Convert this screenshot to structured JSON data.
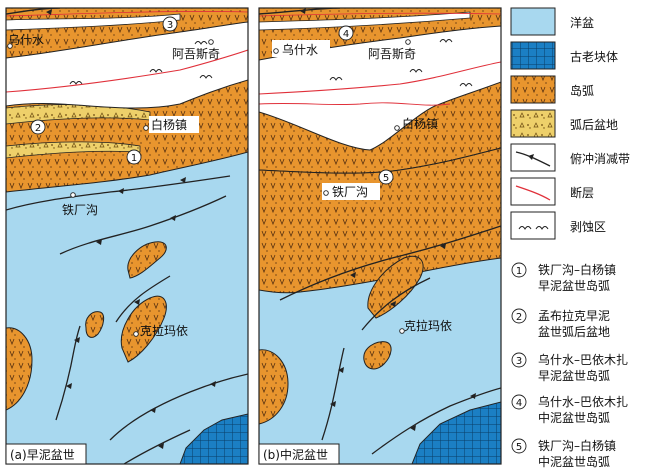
{
  "panels": [
    {
      "caption": "(a)早泥盆世",
      "places": {
        "wushishui": "乌什水",
        "awusiqi": "阿吾斯奇",
        "baiyangzhen": "白杨镇",
        "tiechanggou": "铁厂沟",
        "kelamayi": "克拉玛依"
      },
      "numbers": [
        "3",
        "2",
        "1"
      ]
    },
    {
      "caption": "(b)中泥盆世",
      "places": {
        "wushishui": "乌什水",
        "awusiqi": "阿吾斯奇",
        "baiyangzhen": "白杨镇",
        "tiechanggou": "铁厂沟",
        "kelamayi": "克拉玛依"
      },
      "numbers": [
        "4",
        "5"
      ]
    }
  ],
  "legend": {
    "items": [
      {
        "label": "洋盆",
        "swatch": "ocean-basin"
      },
      {
        "label": "古老块体",
        "swatch": "ancient-block"
      },
      {
        "label": "岛弧",
        "swatch": "island-arc"
      },
      {
        "label": "弧后盆地",
        "swatch": "back-arc-basin"
      },
      {
        "label": "俯冲消减带",
        "swatch": "subduction-zone"
      },
      {
        "label": "断层",
        "swatch": "fault"
      },
      {
        "label": "剥蚀区",
        "swatch": "erosion-area"
      }
    ],
    "numbered": [
      {
        "num": "1",
        "line1": "铁厂沟–白杨镇",
        "line2": "早泥盆世岛弧"
      },
      {
        "num": "2",
        "line1": "孟布拉克早泥",
        "line2": "盆世弧后盆地"
      },
      {
        "num": "3",
        "line1": "乌什水–巴依木扎",
        "line2": "早泥盆世岛弧"
      },
      {
        "num": "4",
        "line1": "乌什水–巴依木扎",
        "line2": "中泥盆世岛弧"
      },
      {
        "num": "5",
        "line1": "铁厂沟–白杨镇",
        "line2": "中泥盆世岛弧"
      }
    ]
  },
  "colors": {
    "ocean": "#a8d8ef",
    "arc": "#e8952e",
    "backarc": "#eed06a",
    "block": "#1b7fc4",
    "fault": "#e0303a",
    "outline": "#222222"
  }
}
